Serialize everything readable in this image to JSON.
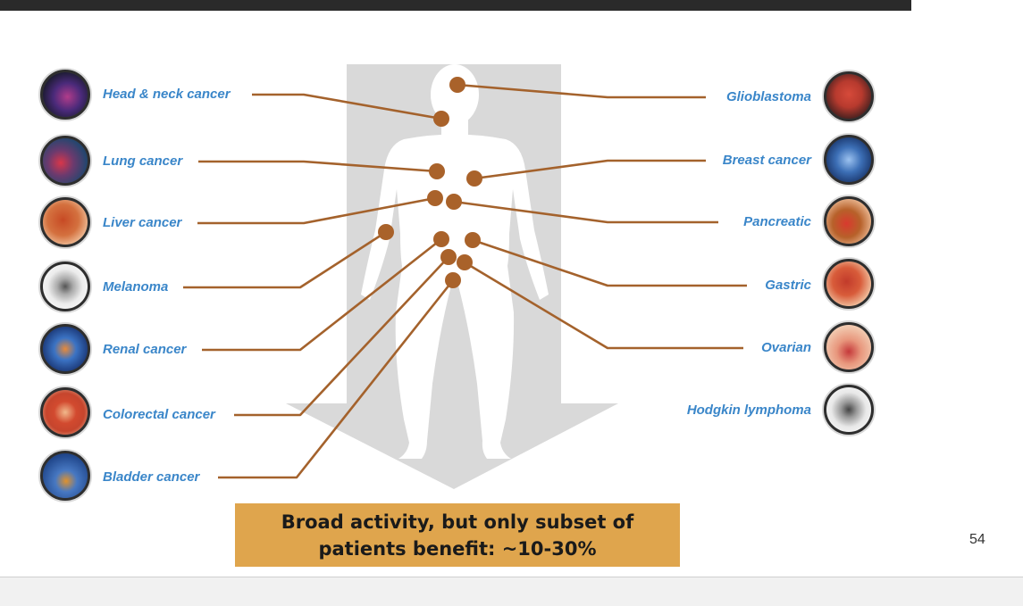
{
  "slide": {
    "page_number": "54",
    "callout": {
      "line1": "Broad activity, but only subset of",
      "line2": "patients benefit:  ~10-30%"
    }
  },
  "colors": {
    "connector": "#a4622c",
    "dot": "#a9622a",
    "label": "#3a86c9",
    "callout": "#dfa54d",
    "arrow": "#d9d9d9",
    "silhouette": "#ffffff"
  },
  "left_cancers": [
    {
      "name": "Head & neck cancer",
      "icon": "head-neck-scan-icon"
    },
    {
      "name": "Lung cancer",
      "icon": "lungs-icon"
    },
    {
      "name": "Liver cancer",
      "icon": "liver-icon"
    },
    {
      "name": "Melanoma",
      "icon": "pet-scan-body-icon"
    },
    {
      "name": "Renal cancer",
      "icon": "kidneys-icon"
    },
    {
      "name": "Colorectal cancer",
      "icon": "colon-icon"
    },
    {
      "name": "Bladder cancer",
      "icon": "bladder-icon"
    }
  ],
  "right_cancers": [
    {
      "name": "Glioblastoma",
      "icon": "brain-icon"
    },
    {
      "name": "Breast cancer",
      "icon": "breast-icon"
    },
    {
      "name": "Pancreatic",
      "icon": "pancreas-icon"
    },
    {
      "name": "Gastric",
      "icon": "stomach-icon"
    },
    {
      "name": "Ovarian",
      "icon": "ovaries-icon"
    },
    {
      "name": "Hodgkin lymphoma",
      "icon": "pet-scan-lymph-icon"
    }
  ]
}
